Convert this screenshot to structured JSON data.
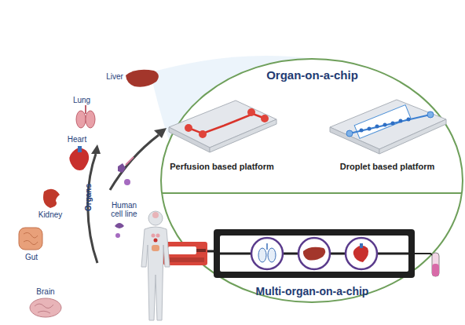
{
  "diagram": {
    "nodes": [
      {
        "text": [
          "Organ-on-a-chip"
        ]
      },
      {
        "text": [
          "Perfusion based platform"
        ],
        "in": 0
      },
      {
        "text": [
          "Droplet based platform"
        ],
        "in": 0
      },
      {
        "text": [
          "Multi-organ-on-a-chip"
        ]
      }
    ],
    "labels": [
      "Liver",
      "Lung",
      "Heart",
      "Kidney",
      "Gut",
      "Brain",
      "Organs",
      "Human cell line"
    ]
  }
}
